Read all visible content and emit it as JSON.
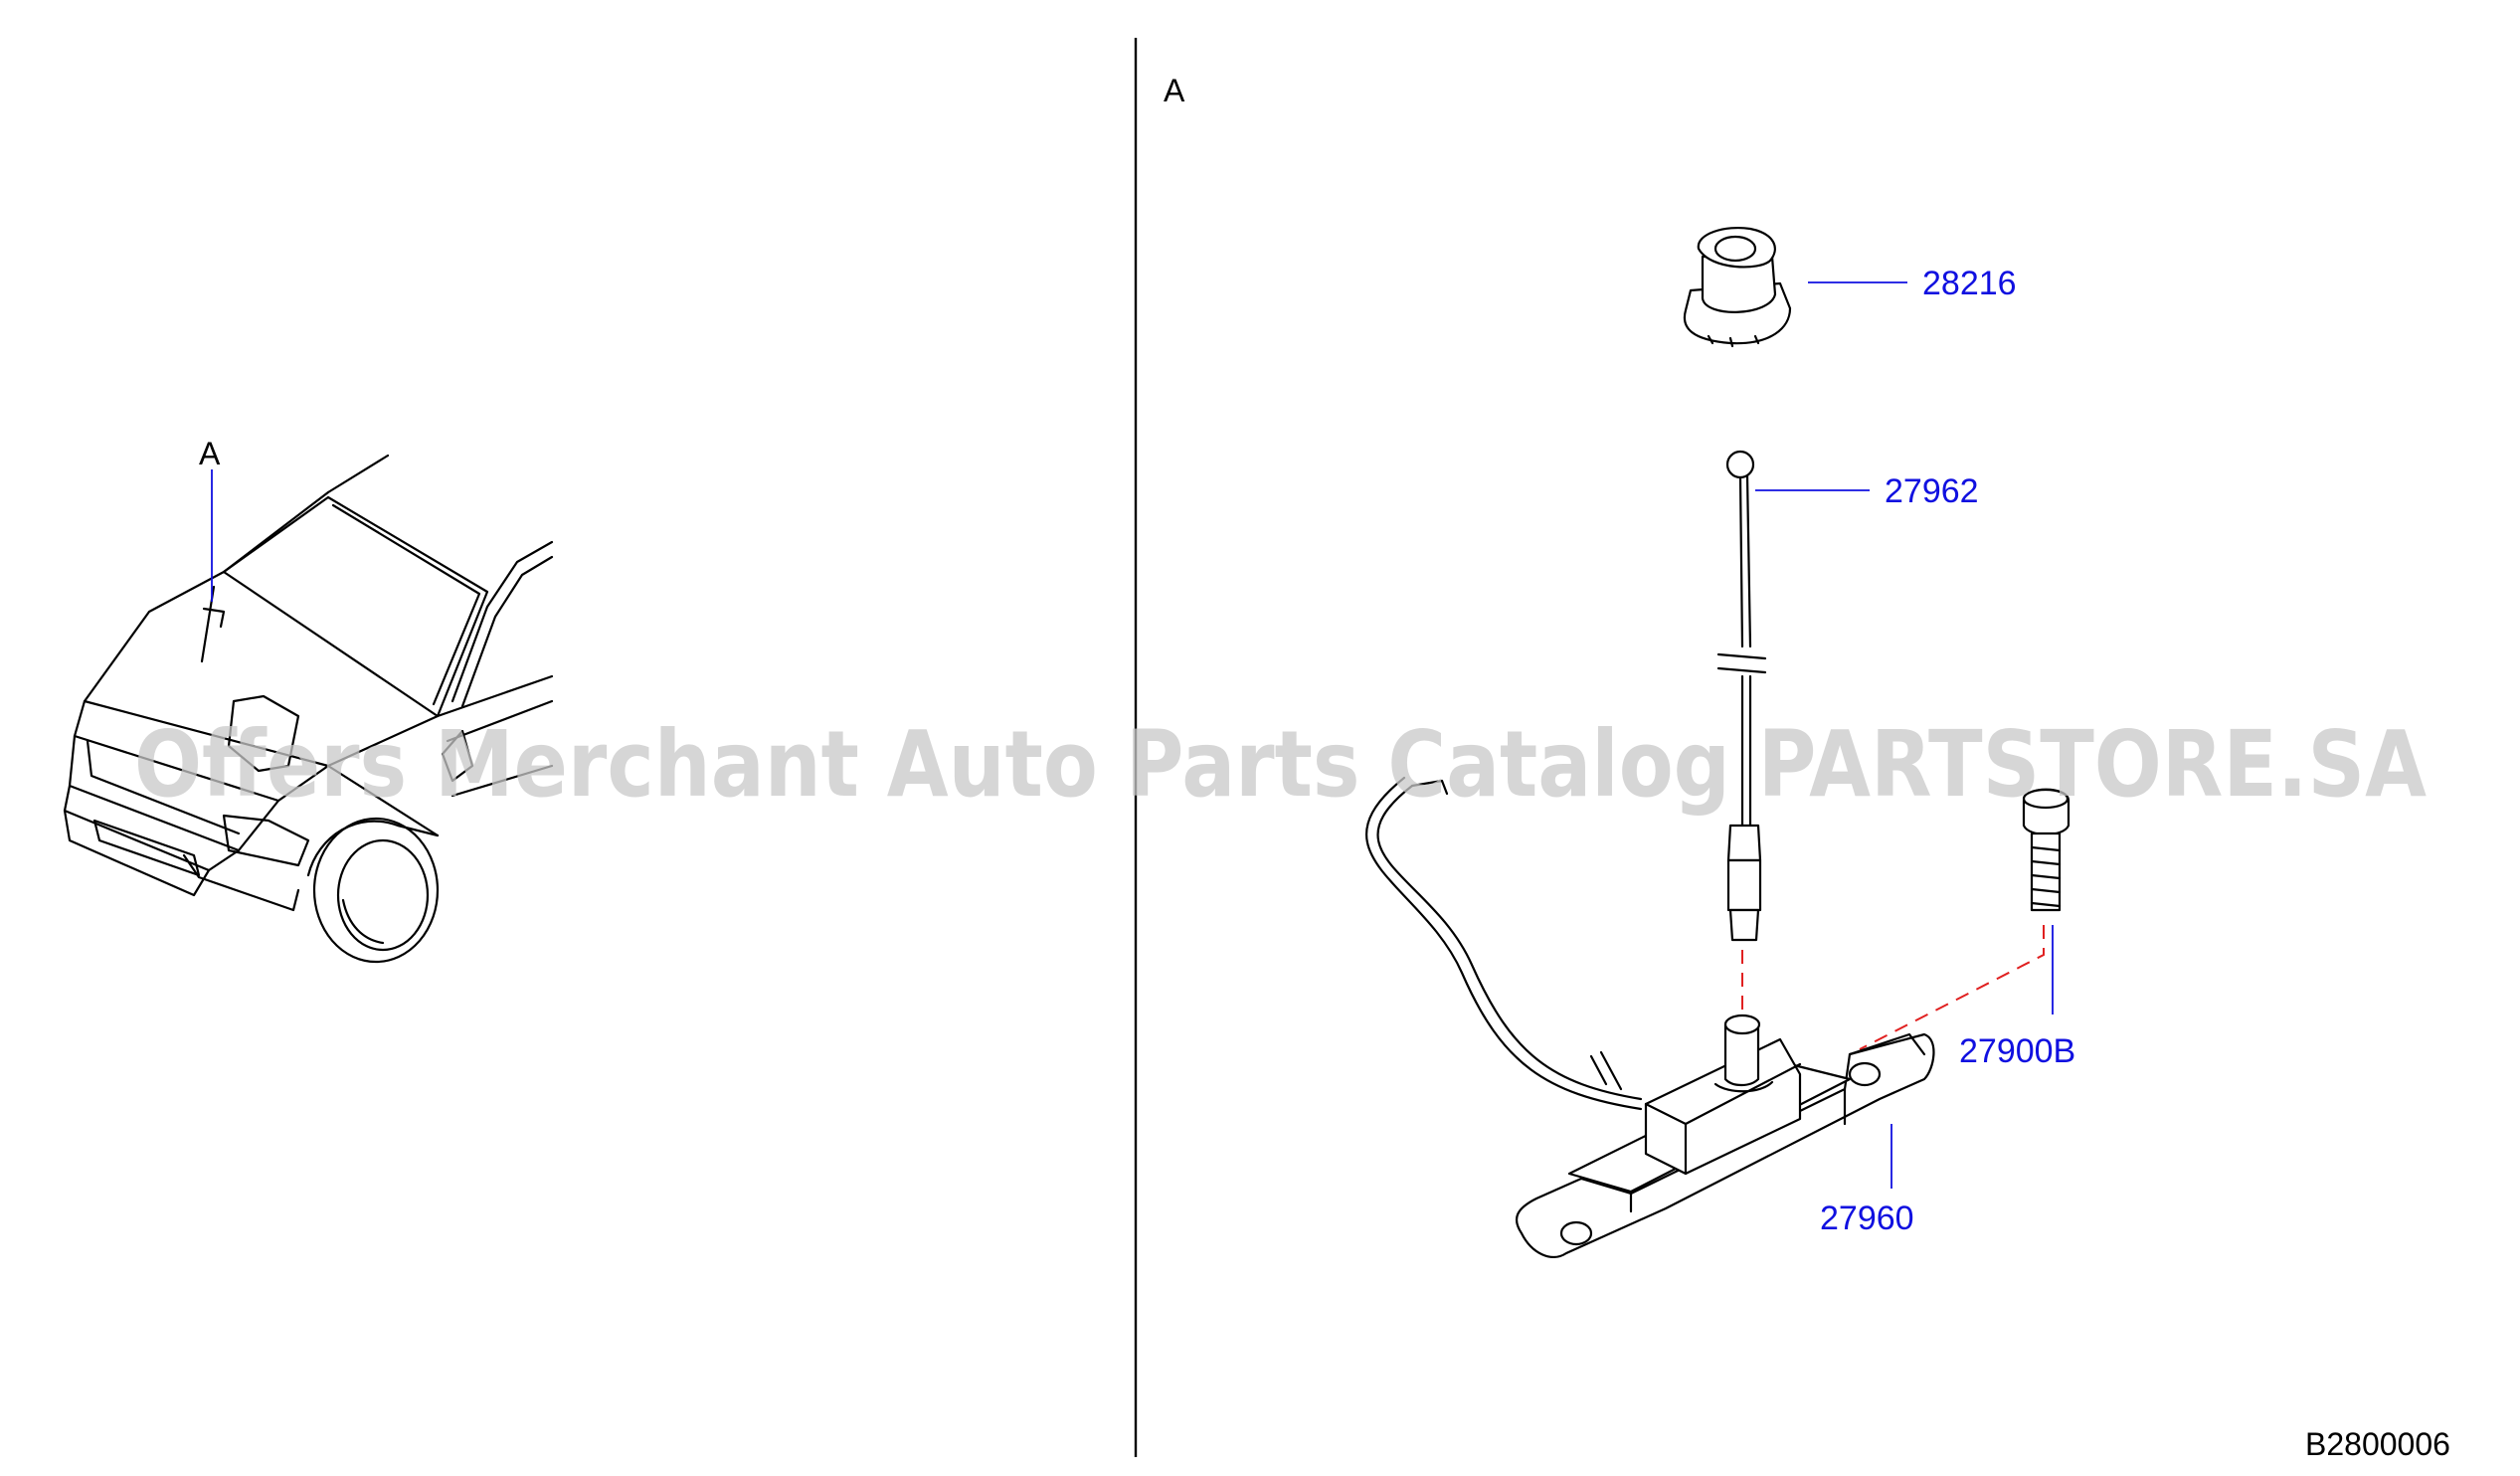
{
  "overview": {
    "ref_label": "A"
  },
  "detail": {
    "ref_label": "A"
  },
  "parts": [
    {
      "id": "28216",
      "label": "28216",
      "name": "antenna cap"
    },
    {
      "id": "27962",
      "label": "27962",
      "name": "antenna rod"
    },
    {
      "id": "27900B",
      "label": "27900B",
      "name": "bolt"
    },
    {
      "id": "27960",
      "label": "27960",
      "name": "antenna base with cable"
    }
  ],
  "diagram_code": "B2800006",
  "watermark": "Offers Merchant Auto Parts Catalog PARTSTORE.SA",
  "colors": {
    "part_label": "#1010e0",
    "leader": "#1010e0",
    "alignment_dash": "#e02020",
    "line_art": "#000000",
    "watermark": "#c8c8c8"
  }
}
